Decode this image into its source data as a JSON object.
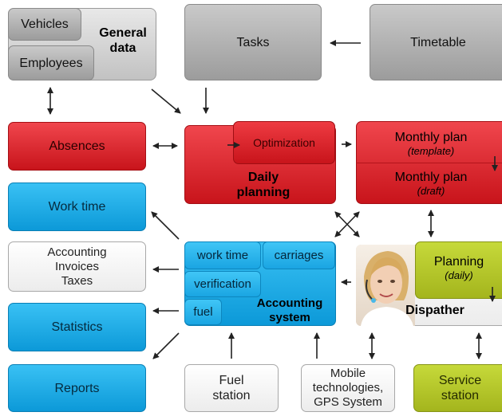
{
  "general_data": {
    "vehicles": "Vehicles",
    "employees": "Employees",
    "title_line1": "General",
    "title_line2": "data"
  },
  "tasks": "Tasks",
  "timetable": "Timetable",
  "absences": "Absences",
  "daily_planning": {
    "optimization": "Optimization",
    "title_line1": "Daily",
    "title_line2": "planning"
  },
  "monthly_plan": {
    "label1": "Monthly plan",
    "sub1": "(template)",
    "label2": "Monthly plan",
    "sub2": "(draft)"
  },
  "work_time": "Work time",
  "accounting_invoices": {
    "line1": "Accounting",
    "line2": "Invoices",
    "line3": "Taxes"
  },
  "statistics": "Statistics",
  "reports": "Reports",
  "accounting_system": {
    "work_time": "work time",
    "carriages": "carriages",
    "verification": "verification",
    "fuel": "fuel",
    "title_line1": "Accounting",
    "title_line2": "system"
  },
  "dispatcher": {
    "title": "Dispather",
    "planning": "Planning",
    "planning_sub": "(daily)"
  },
  "fuel_station": {
    "line1": "Fuel",
    "line2": "station"
  },
  "mobile": {
    "line1": "Mobile",
    "line2": "technologies,",
    "line3": "GPS System"
  },
  "service_station": {
    "line1": "Service",
    "line2": "station"
  },
  "colors": {
    "gray": "#b0b0b0",
    "red": "#e0262d",
    "blue": "#1cb0ec",
    "olive": "#b6c82b",
    "white": "#f5f5f5"
  }
}
